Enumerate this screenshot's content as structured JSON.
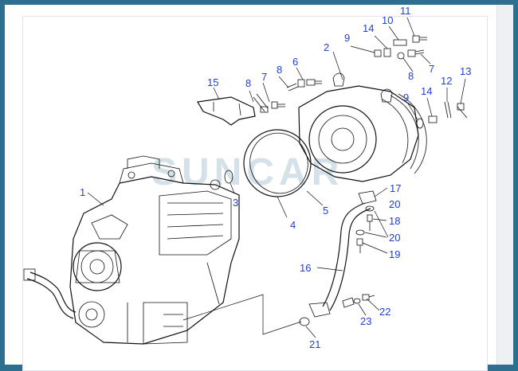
{
  "watermark": "SUNCAR",
  "callouts": [
    "1",
    "2",
    "3",
    "4",
    "5",
    "6",
    "7",
    "7",
    "8",
    "8",
    "8",
    "9",
    "9",
    "10",
    "11",
    "12",
    "13",
    "14",
    "14",
    "15",
    "16",
    "17",
    "18",
    "19",
    "20",
    "20",
    "21",
    "22",
    "23"
  ],
  "colors": {
    "background": "#2d6f8f",
    "callout": "#2040d8",
    "line": "#111111",
    "watermark": "#1a5f86"
  }
}
